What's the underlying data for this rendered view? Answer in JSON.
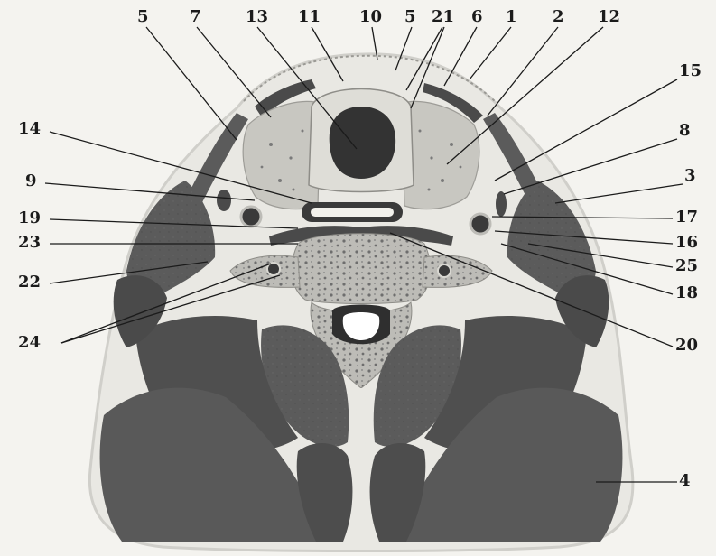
{
  "figure": {
    "subject": "axial cross-section anatomical illustration",
    "colors": {
      "background": "#f4f3ef",
      "muscle": "#5b5b5b",
      "muscle_dark": "#4a4a4a",
      "fascia": "#e9e8e3",
      "outline": "#d0cfca",
      "bone": "#bdbcb7",
      "bone_speckle": "#6e6e6e",
      "lumen": "#333333",
      "label": "#1b1b1b"
    }
  },
  "labels": [
    {
      "id": "l-5a",
      "text": "5"
    },
    {
      "id": "l-7",
      "text": "7"
    },
    {
      "id": "l-13",
      "text": "13"
    },
    {
      "id": "l-11",
      "text": "11"
    },
    {
      "id": "l-10",
      "text": "10"
    },
    {
      "id": "l-5b",
      "text": "5"
    },
    {
      "id": "l-21",
      "text": "21"
    },
    {
      "id": "l-6",
      "text": "6"
    },
    {
      "id": "l-1",
      "text": "1"
    },
    {
      "id": "l-2",
      "text": "2"
    },
    {
      "id": "l-12",
      "text": "12"
    },
    {
      "id": "l-15",
      "text": "15"
    },
    {
      "id": "l-8",
      "text": "8"
    },
    {
      "id": "l-3",
      "text": "3"
    },
    {
      "id": "l-17",
      "text": "17"
    },
    {
      "id": "l-16",
      "text": "16"
    },
    {
      "id": "l-25",
      "text": "25"
    },
    {
      "id": "l-18",
      "text": "18"
    },
    {
      "id": "l-20",
      "text": "20"
    },
    {
      "id": "l-4",
      "text": "4"
    },
    {
      "id": "l-14",
      "text": "14"
    },
    {
      "id": "l-9",
      "text": "9"
    },
    {
      "id": "l-19",
      "text": "19"
    },
    {
      "id": "l-23",
      "text": "23"
    },
    {
      "id": "l-22",
      "text": "22"
    },
    {
      "id": "l-24",
      "text": "24"
    }
  ]
}
